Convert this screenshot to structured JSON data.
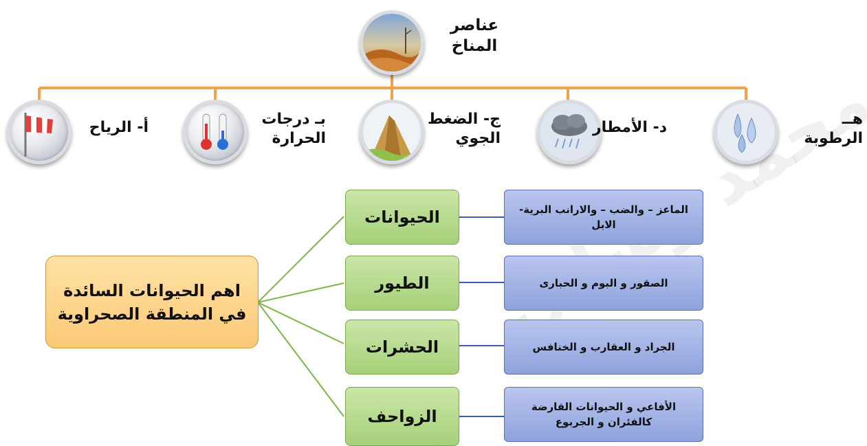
{
  "climate": {
    "title": "عناصر المناخ",
    "elements": [
      {
        "label": "أ- الرياح",
        "icon": "windsock-icon"
      },
      {
        "label": "بـ درجات الحرارة",
        "icon": "thermometer-icon"
      },
      {
        "label": "ج- الضغط الجوي",
        "icon": "mountain-icon"
      },
      {
        "label": "د- الأمطار",
        "icon": "rain-cloud-icon"
      },
      {
        "label": "هــ الرطوبة",
        "icon": "water-drops-icon"
      }
    ]
  },
  "animals": {
    "main_label": "اهم الحيوانات السائدة في المنطقة الصحراوية",
    "categories": [
      {
        "name": "الحيوانات",
        "examples": "الماعز – والضب – والارانب البرية- الابل"
      },
      {
        "name": "الطيور",
        "examples": "الصقور و البوم و الحبارى"
      },
      {
        "name": "الحشرات",
        "examples": "الجراد و العقارب و الخنافس"
      },
      {
        "name": "الزواحف",
        "examples": "الأفاعي و الحيوانات القارضة كالفئران و الجربوع"
      }
    ]
  },
  "colors": {
    "connector": "#f4a14a",
    "green_box": "#b5db8c",
    "blue_box": "#9fb0e4",
    "main_box": "#fdd08a",
    "tree_line": "#7ab648",
    "link_line": "#3a5bb0"
  }
}
